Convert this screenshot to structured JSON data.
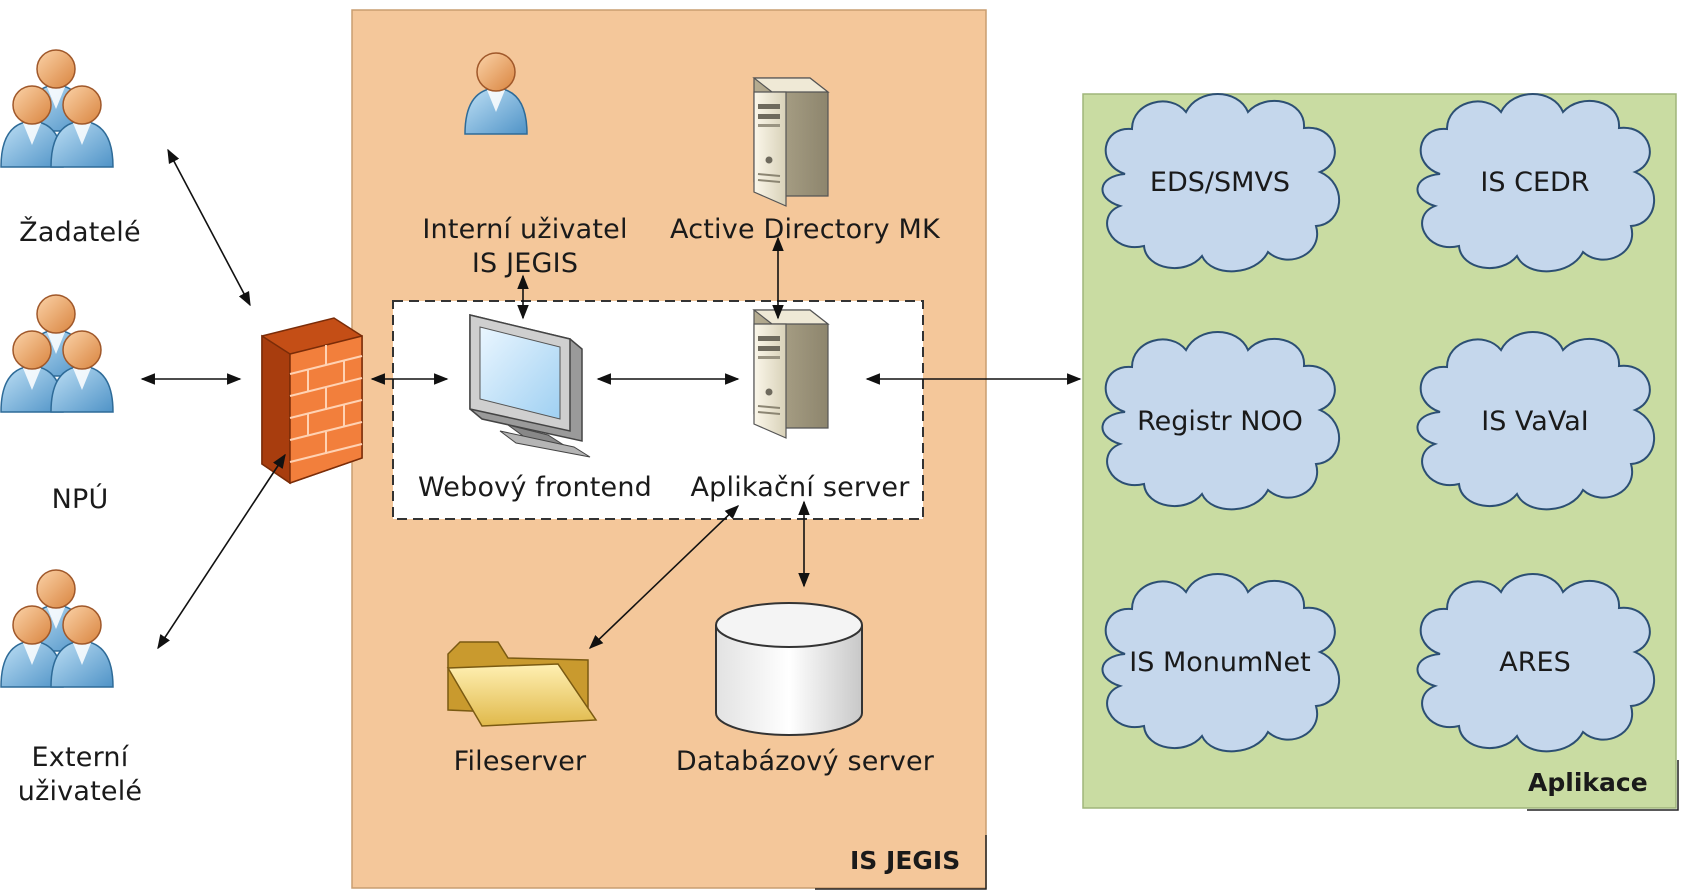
{
  "actors": {
    "zadatele": "Žadatelé",
    "npu": "NPÚ",
    "externi_line1": "Externí",
    "externi_line2": "uživatelé"
  },
  "is_jegis": {
    "zone_title": "IS JEGIS",
    "internal_user_line1": "Interní uživatel",
    "internal_user_line2": "IS JEGIS",
    "active_directory": "Active Directory MK",
    "web_frontend": "Webový frontend",
    "app_server": "Aplikační server",
    "fileserver": "Fileserver",
    "db_server": "Databázový server"
  },
  "applications": {
    "zone_title": "Aplikace",
    "items": [
      "EDS/SMVS",
      "IS CEDR",
      "Registr NOO",
      "IS VaVaI",
      "IS MonumNet",
      "ARES"
    ]
  },
  "colors": {
    "jegis_zone": "#f4c79a",
    "apps_zone": "#c9dca2",
    "cloud_fill": "#c5d7ec",
    "firewall": "#ee6a28",
    "person_body": "#8fc3e6",
    "person_head": "#efa96a"
  }
}
